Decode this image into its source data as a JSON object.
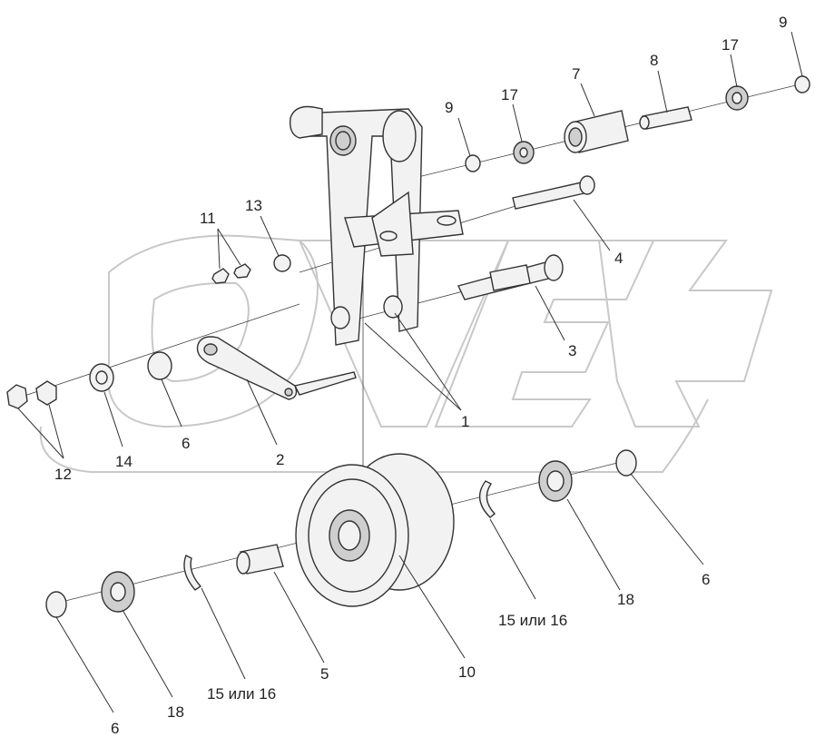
{
  "watermark": {
    "text": "OPEX"
  },
  "callouts": [
    {
      "id": "c-9-top",
      "text": "9"
    },
    {
      "id": "c-17-top",
      "text": "17"
    },
    {
      "id": "c-8",
      "text": "8"
    },
    {
      "id": "c-7",
      "text": "7"
    },
    {
      "id": "c-17-mid",
      "text": "17"
    },
    {
      "id": "c-9-mid",
      "text": "9"
    },
    {
      "id": "c-11",
      "text": "11"
    },
    {
      "id": "c-13",
      "text": "13"
    },
    {
      "id": "c-4",
      "text": "4"
    },
    {
      "id": "c-3",
      "text": "3"
    },
    {
      "id": "c-1",
      "text": "1"
    },
    {
      "id": "c-6-left",
      "text": "6"
    },
    {
      "id": "c-2",
      "text": "2"
    },
    {
      "id": "c-14",
      "text": "14"
    },
    {
      "id": "c-12",
      "text": "12"
    },
    {
      "id": "c-6-right",
      "text": "6"
    },
    {
      "id": "c-18-right",
      "text": "18"
    },
    {
      "id": "c-15-16-right",
      "text": "15 или 16"
    },
    {
      "id": "c-10",
      "text": "10"
    },
    {
      "id": "c-5",
      "text": "5"
    },
    {
      "id": "c-15-16-left",
      "text": "15 или 16"
    },
    {
      "id": "c-18-left",
      "text": "18"
    },
    {
      "id": "c-6-bottom",
      "text": "6"
    }
  ]
}
